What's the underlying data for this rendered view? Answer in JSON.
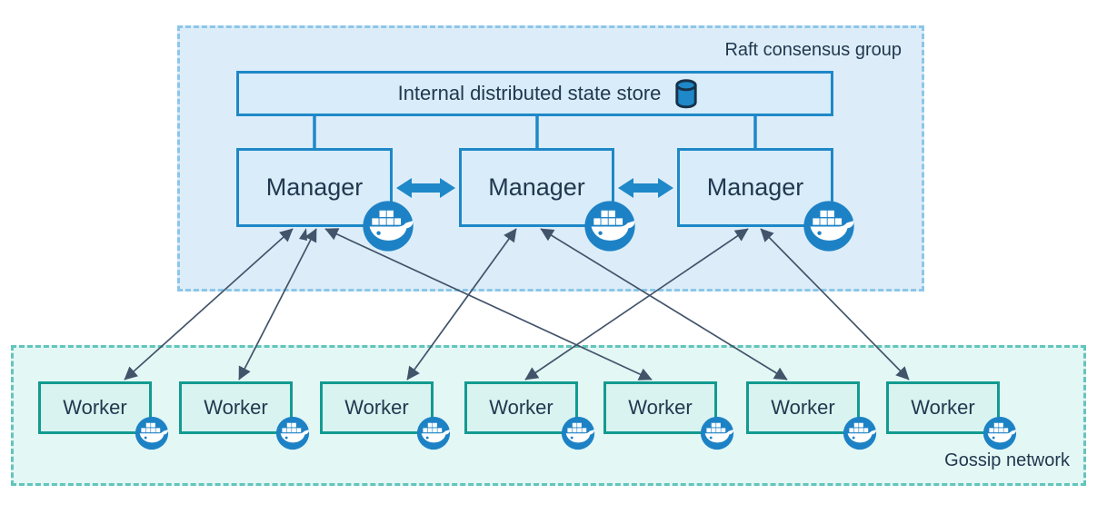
{
  "diagram": {
    "raft": {
      "label": "Raft consensus group"
    },
    "state_store": {
      "label": "Internal distributed state store",
      "icon": "database-icon"
    },
    "managers": [
      {
        "label": "Manager",
        "icon": "docker-whale-icon"
      },
      {
        "label": "Manager",
        "icon": "docker-whale-icon"
      },
      {
        "label": "Manager",
        "icon": "docker-whale-icon"
      }
    ],
    "gossip": {
      "label": "Gossip network"
    },
    "workers": [
      {
        "label": "Worker",
        "icon": "docker-whale-icon"
      },
      {
        "label": "Worker",
        "icon": "docker-whale-icon"
      },
      {
        "label": "Worker",
        "icon": "docker-whale-icon"
      },
      {
        "label": "Worker",
        "icon": "docker-whale-icon"
      },
      {
        "label": "Worker",
        "icon": "docker-whale-icon"
      },
      {
        "label": "Worker",
        "icon": "docker-whale-icon"
      },
      {
        "label": "Worker",
        "icon": "docker-whale-icon"
      }
    ],
    "colors": {
      "manager_accent": "#1e88c8",
      "manager_fill": "#d8ecf9",
      "raft_fill": "#dcedf9",
      "raft_dash": "#8cc6e8",
      "worker_accent": "#129b90",
      "worker_fill": "#d9f3f0",
      "gossip_fill": "#e3f7f5",
      "gossip_dash": "#62c5bc",
      "docker_blue": "#1d82c5",
      "text": "#21384f",
      "thin_arrow": "#42546a"
    }
  }
}
